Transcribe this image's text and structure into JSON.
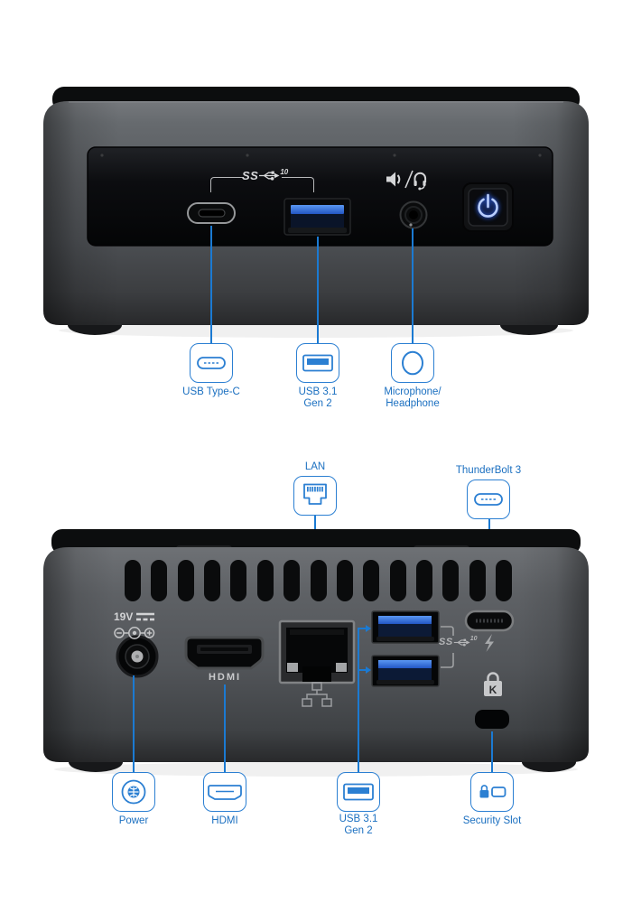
{
  "title": "Mini PC front and rear port diagram",
  "colors": {
    "callout_blue": "#1b7ad2",
    "label_blue": "#1a6fc0",
    "usb_port_blue": "#3575dd",
    "power_button_glow": "#b9ceff",
    "chassis_dark": "#46494c"
  },
  "front_view": {
    "panel": {
      "usb_speed_prefix": "SS",
      "usb_speed_sup": "10"
    },
    "callouts": [
      {
        "label": "USB Type-C",
        "icon": "usb-c-icon"
      },
      {
        "label_line1": "USB 3.1",
        "label_line2": "Gen 2",
        "icon": "usb-a-icon"
      },
      {
        "label_line1": "Microphone/",
        "label_line2": "Headphone",
        "icon": "audio-jack-icon"
      }
    ]
  },
  "back_view": {
    "markings": {
      "power_rating": "19V",
      "hdmi_port_label": "HDMI",
      "usb_speed_prefix": "SS",
      "usb_speed_sup": "10",
      "kensington_letter": "K"
    },
    "top_callouts": [
      {
        "label": "LAN",
        "icon": "lan-icon"
      },
      {
        "label": "ThunderBolt 3",
        "icon": "usb-c-icon"
      }
    ],
    "bottom_callouts": [
      {
        "label": "Power",
        "icon": "power-jack-icon"
      },
      {
        "label": "HDMI",
        "icon": "hdmi-icon"
      },
      {
        "label_line1": "USB 3.1",
        "label_line2": "Gen 2",
        "icon": "usb-a-icon"
      },
      {
        "label": "Security Slot",
        "icon": "security-lock-icon"
      }
    ]
  },
  "icons": {
    "speaker-icon": "speaker with sound waves",
    "headset-icon": "headphones with microphone",
    "usb-trident-icon": "USB SuperSpeed trident",
    "thunderbolt-icon": "lightning bolt",
    "network-icon": "LAN topology squares",
    "dc-power-icon": "solid over dashed line",
    "polarity-icon": "center-positive barrel polarity"
  }
}
